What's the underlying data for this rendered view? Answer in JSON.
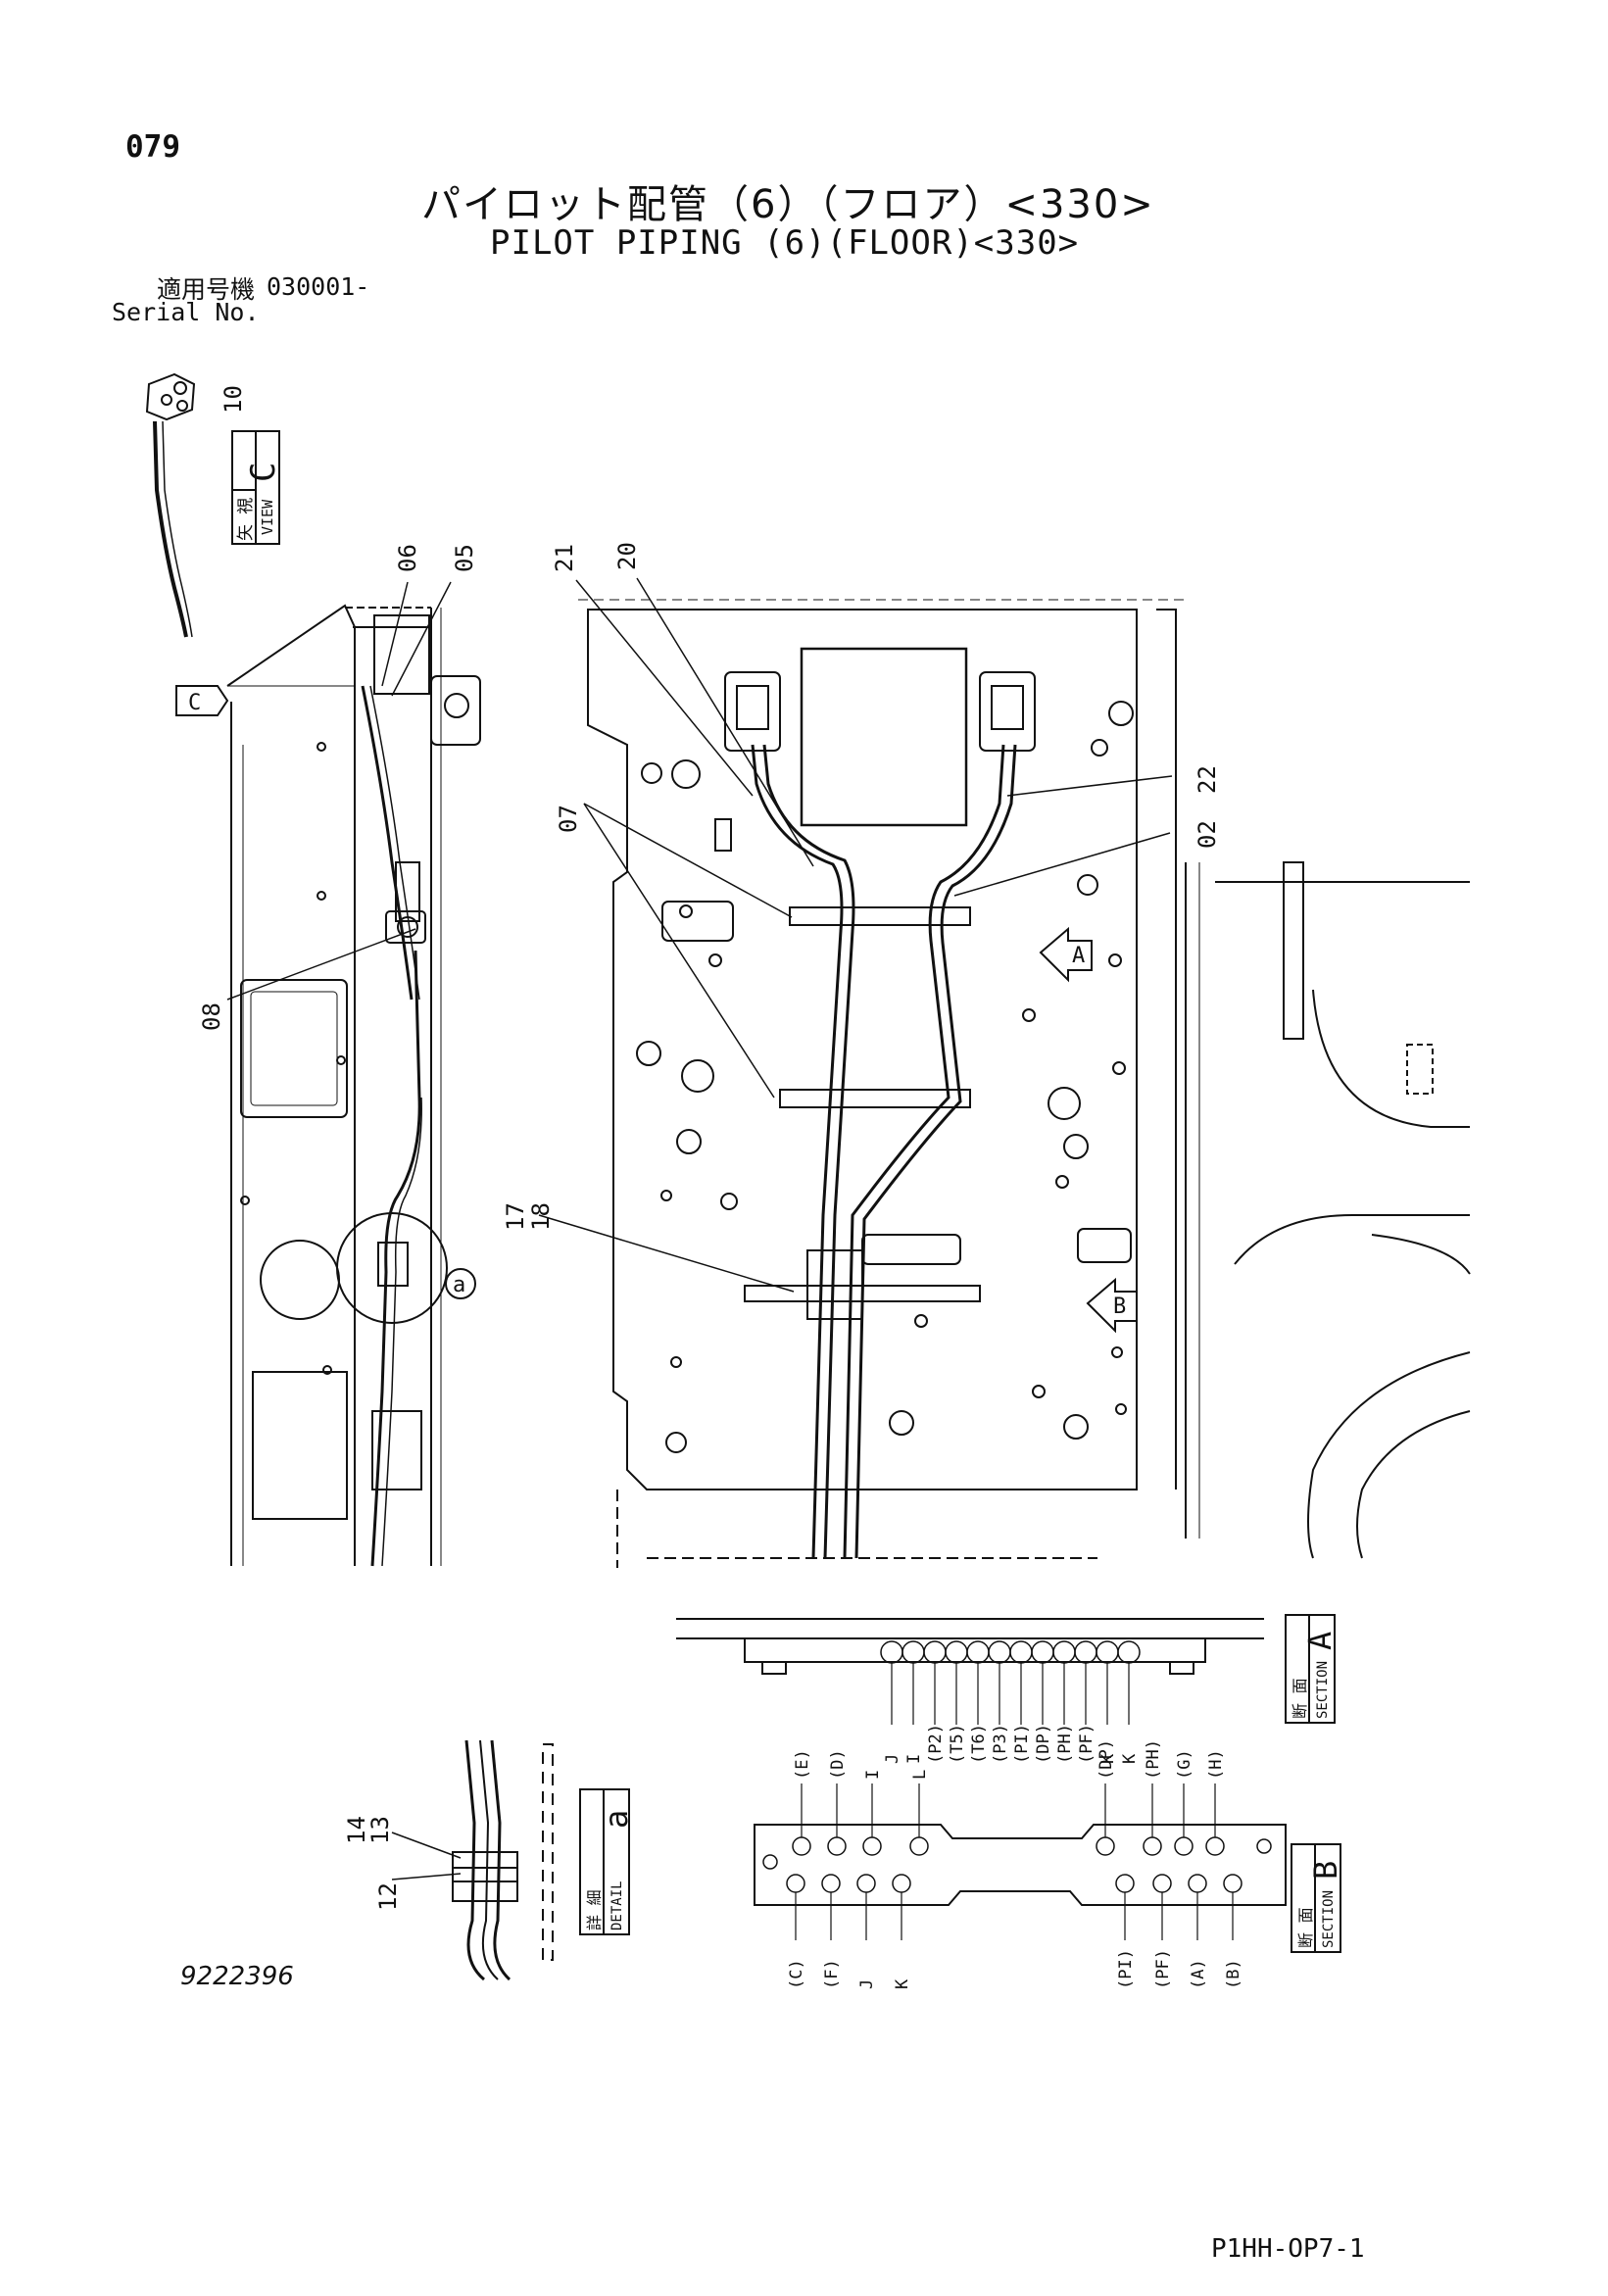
{
  "page_number": "079",
  "title_jp": "パイロット配管（6）（フロア）<330>",
  "title_en": "PILOT PIPING (6)(FLOOR)<330>",
  "serial_label_jp": "適用号機",
  "serial_value": "030001-",
  "serial_label_en": "Serial No.",
  "part_callouts": [
    "10",
    "06",
    "05",
    "08",
    "21",
    "20",
    "22",
    "02",
    "07",
    "17",
    "18",
    "14",
    "13",
    "12"
  ],
  "view_labels": {
    "view_c": {
      "jp": "矢 視",
      "en": "VIEW",
      "letter": "C"
    },
    "section_a": {
      "jp": "断 面",
      "en": "SECTION",
      "letter": "A"
    },
    "section_b": {
      "jp": "断 面",
      "en": "SECTION",
      "letter": "B"
    },
    "detail_a": {
      "jp": "詳 細",
      "en": "DETAIL",
      "letter": "a"
    }
  },
  "marker_letters": {
    "c": "C",
    "a": "A",
    "b": "B",
    "detail": "a"
  },
  "section_a_ports": [
    "J",
    "I",
    "(P2)",
    "(T5)",
    "(T6)",
    "(P3)",
    "(PI)",
    "(DP)",
    "(PH)",
    "(PF)",
    "K",
    "K"
  ],
  "section_b_top_ports": [
    "(E)",
    "(D)",
    "I",
    "L",
    "(DP)",
    "(PH)",
    "(G)",
    "(H)"
  ],
  "section_b_bottom_ports": [
    "(C)",
    "(F)",
    "J",
    "K",
    "(PI)",
    "(PF)",
    "(A)",
    "(B)"
  ],
  "drawing_number": "9222396",
  "page_code": "P1HH-OP7-1"
}
